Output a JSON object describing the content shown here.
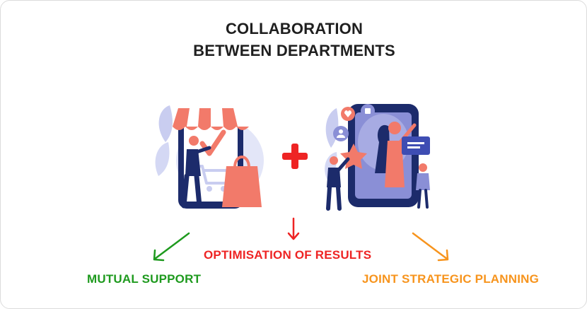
{
  "title": {
    "line1": "COLLABORATION",
    "line2": "BETWEEN DEPARTMENTS"
  },
  "labels": {
    "center": "OPTIMISATION OF RESULTS",
    "left": "MUTUAL SUPPORT",
    "right": "JOINT STRATEGIC PLANNING"
  },
  "colors": {
    "title": "#1f1f1f",
    "red": "#ee2424",
    "green": "#1e9a1e",
    "orange": "#f7941d",
    "navy": "#1c2b6b",
    "lavender": "#c9cdf0",
    "salmon": "#f27a6a"
  },
  "icons": {
    "shop": "shop-illustration",
    "plus": "plus-icon",
    "social": "social-media-illustration"
  }
}
